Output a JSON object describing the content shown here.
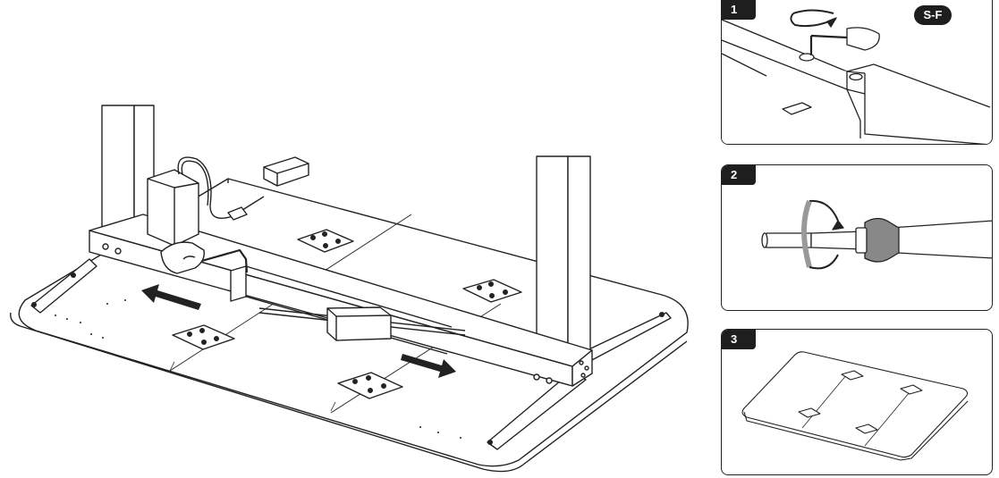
{
  "steps": [
    {
      "number": "1",
      "action": "tighten-with-hex-key",
      "rotation": "clockwise"
    },
    {
      "number": "2",
      "action": "hex-key-in-drill",
      "rotation": "clockwise"
    },
    {
      "number": "3",
      "action": "desktop-plates-overview"
    }
  ],
  "tool_badge": {
    "label": "S-F"
  },
  "main_figure": {
    "arrows": [
      "arrow-left",
      "arrow-right"
    ],
    "mounting_plate_count": 4
  },
  "colors": {
    "line": "#222222",
    "badge_bg": "#1e1e1e",
    "badge_text": "#ffffff",
    "background": "#ffffff"
  }
}
